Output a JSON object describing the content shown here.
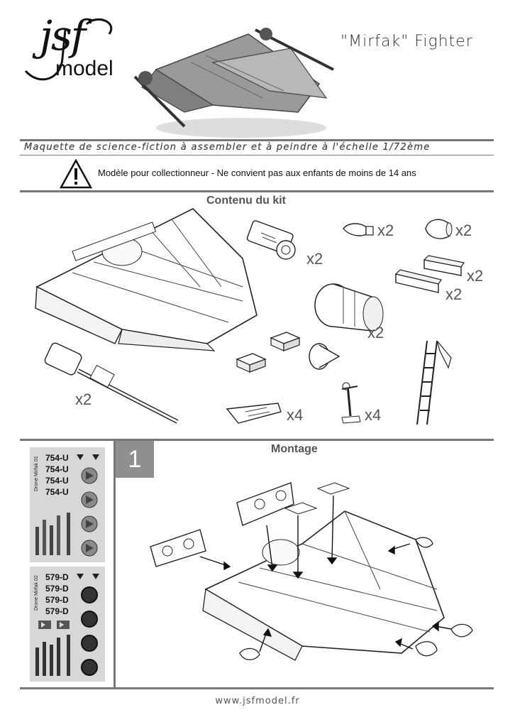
{
  "brand": {
    "logo_top": "jsf",
    "logo_bottom": "model"
  },
  "header": {
    "title": "\"Mirfak\" Fighter",
    "subtitle": "Maquette de science-fiction à assembler et à peindre à l'échelle 1/72ème",
    "warning": "Modèle pour collectionneur - Ne convient pas aux enfants de moins de 14 ans"
  },
  "kit_contents": {
    "title": "Contenu du kit",
    "quantities": [
      "x2",
      "x2",
      "x2",
      "x2",
      "x2",
      "x2",
      "x2",
      "x4",
      "x4"
    ]
  },
  "step": {
    "number": "1",
    "title": "Montage"
  },
  "decals": {
    "sheet1": {
      "label": "Drone Mirfak 01",
      "codes": [
        "754-U",
        "754-U",
        "754-U",
        "754-U"
      ]
    },
    "sheet2": {
      "label": "Drone Mirfak 02",
      "codes": [
        "579-D",
        "579-D",
        "579-D",
        "579-D"
      ]
    }
  },
  "footer": {
    "url": "www.jsfmodel.fr"
  },
  "colors": {
    "rule": "#777777",
    "decal_bg": "#d7d7d7",
    "step_box": "#8f8f8f",
    "line_art": "#333333"
  },
  "icons": [
    "warning-triangle-icon",
    "arrow-icon"
  ]
}
